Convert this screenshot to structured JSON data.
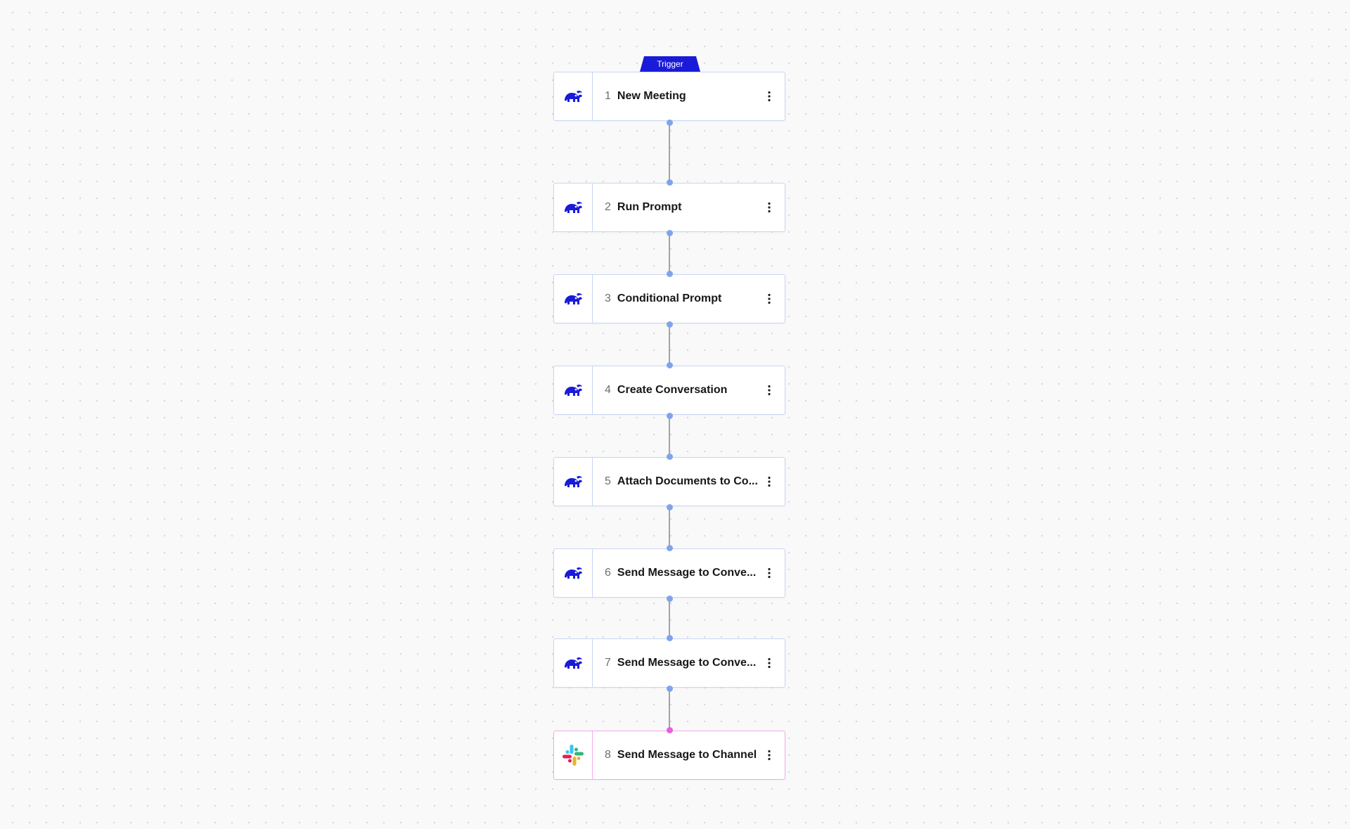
{
  "canvas": {
    "trigger_label": "Trigger",
    "steps": [
      {
        "number": "1",
        "title": "New Meeting",
        "icon": "elephant-icon"
      },
      {
        "number": "2",
        "title": "Run Prompt",
        "icon": "elephant-icon"
      },
      {
        "number": "3",
        "title": "Conditional Prompt",
        "icon": "elephant-icon"
      },
      {
        "number": "4",
        "title": "Create Conversation",
        "icon": "elephant-icon"
      },
      {
        "number": "5",
        "title": "Attach Documents to Co...",
        "icon": "elephant-icon"
      },
      {
        "number": "6",
        "title": "Send Message to Conve...",
        "icon": "elephant-icon"
      },
      {
        "number": "7",
        "title": "Send Message to Conve...",
        "icon": "elephant-icon"
      },
      {
        "number": "8",
        "title": "Send Message to Channel",
        "icon": "slack-icon"
      }
    ]
  },
  "colors": {
    "brand_blue": "#1a1ad9",
    "node_border": "#c7d6f3",
    "slack_border": "#f2a9e9",
    "connector_dot": "#7fa4ee",
    "slack_dot": "#e95fdd",
    "connector_line": "#a3a3a8"
  }
}
